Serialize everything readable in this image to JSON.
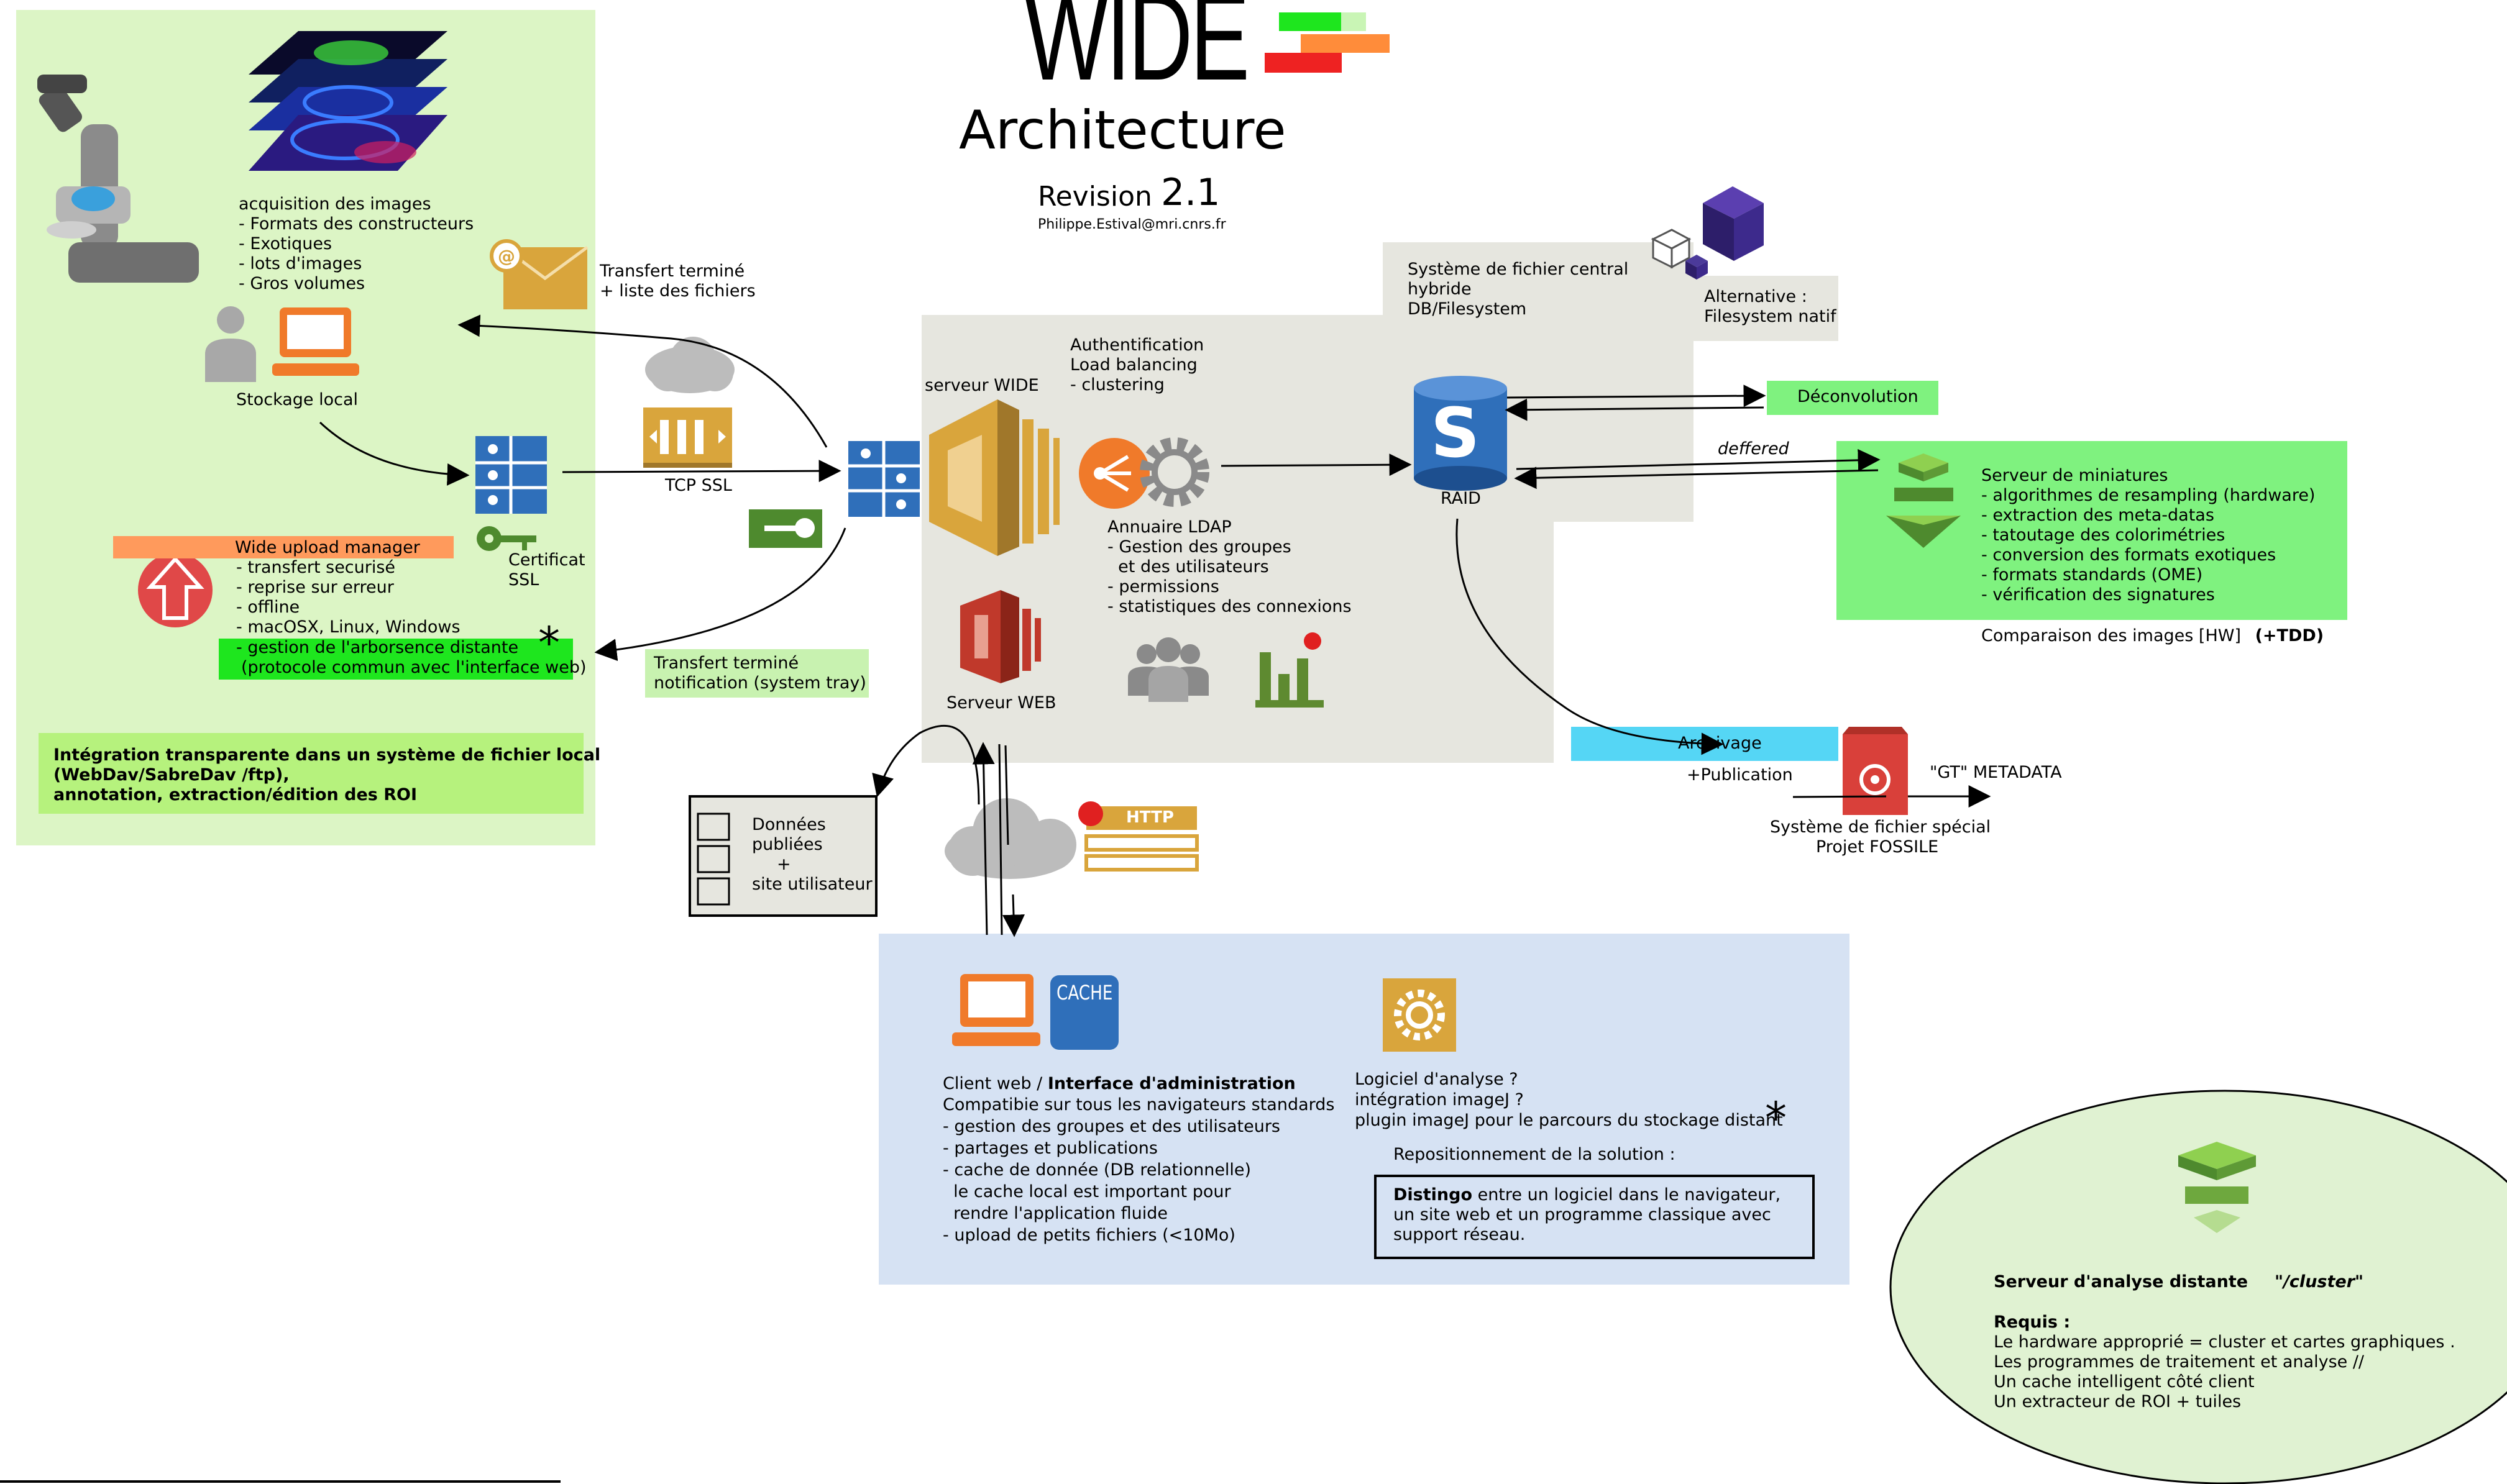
{
  "header": {
    "logo_text": "WIDE",
    "title": "Architecture",
    "revision_label": "Revision",
    "revision_number": "2.1",
    "email": "Philippe.Estival@mri.cnrs.fr"
  },
  "colors": {
    "green_panel": "#dcf5c5",
    "bright_green": "#1ee61e",
    "light_green_box": "#7ff27f",
    "orange": "#ff9a5c",
    "gray_panel": "#e6e6df",
    "blue_panel": "#d6e2f3",
    "cyan": "#55d6f5",
    "aws_gold": "#d9a53c",
    "aws_red": "#c0392b",
    "aws_blue": "#2f6fba",
    "ellipse_green": "#e0f2d2"
  },
  "acquisition": {
    "title": "acquisition des images",
    "items": [
      "- Formats des constructeurs",
      "- Exotiques",
      "- lots d'images",
      "- Gros volumes"
    ]
  },
  "local_storage": {
    "label": "Stockage local"
  },
  "email_notice": {
    "line1": "Transfert terminé",
    "line2": "+ liste des fichiers"
  },
  "transport": {
    "label": "TCP SSL"
  },
  "certificate": {
    "line1": "Certificat",
    "line2": "SSL"
  },
  "upload_manager": {
    "title": "Wide upload manager",
    "items": [
      "- transfert securisé",
      "- reprise sur erreur",
      "- offline",
      "- macOSX, Linux, Windows"
    ],
    "highlight_line1": "- gestion de l'arborsence distante",
    "highlight_line2": "(protocole commun avec l'interface web)",
    "asterisk": "*"
  },
  "tray_notice": {
    "line1": "Transfert terminé",
    "line2": "notification (system tray)"
  },
  "integration_box": {
    "line1": "Intégration transparente dans un système de fichier local",
    "line2": "(WebDav/SabreDav /ftp),",
    "line3": "annotation, extraction/édition des ROI"
  },
  "central_fs": {
    "line1": "Système de fichier central",
    "line2": "hybride",
    "line3": "DB/Filesystem",
    "alt_line1": "Alternative :",
    "alt_line2": "Filesystem natif"
  },
  "wide_server": {
    "label": "serveur WIDE",
    "auth_line1": "Authentification",
    "auth_line2": "Load balancing",
    "auth_line3": "- clustering"
  },
  "ldap": {
    "title": "Annuaire LDAP",
    "items": [
      "- Gestion des groupes",
      "  et des utilisateurs",
      "- permissions",
      "- statistiques des connexions"
    ]
  },
  "web_server": {
    "label": "Serveur WEB"
  },
  "raid": {
    "letter": "S",
    "label": "RAID"
  },
  "deconvolution": {
    "label": "Déconvolution"
  },
  "deffered": {
    "label": "deffered"
  },
  "thumbnail_server": {
    "title": "Serveur de miniatures",
    "items": [
      "- algorithmes de resampling (hardware)",
      "- extraction des meta-datas",
      "- tatoutage des colorimétries",
      "- conversion des formats exotiques",
      "- formats standards (OME)",
      "- vérification des signatures"
    ]
  },
  "compare": {
    "text": "Comparaison des images [HW]",
    "bold": "(+TDD)"
  },
  "archive": {
    "label": "Archivage",
    "publication": "+Publication",
    "metadata": "\"GT\" METADATA"
  },
  "fossile": {
    "line1": "Système de fichier spécial",
    "line2": "Projet FOSSILE"
  },
  "published_data": {
    "line1": "Données",
    "line2": "publiées",
    "line3": "+",
    "line4": "site utilisateur"
  },
  "http": {
    "label": "HTTP"
  },
  "cache": {
    "label": "CACHE"
  },
  "web_client": {
    "title_plain": "Client web / ",
    "title_bold": "Interface d'administration",
    "items": [
      "Compatibie sur tous les navigateurs standards",
      "- gestion des groupes et des utilisateurs",
      "- partages et publications",
      "- cache de donnée (DB relationnelle)",
      "  le cache local est important pour",
      "  rendre l'application fluide",
      "- upload de petits fichiers (<10Mo)"
    ]
  },
  "analysis_software": {
    "line1": "Logiciel d'analyse ?",
    "line2": "intégration imageJ ?",
    "line3": "plugin imageJ pour le parcours du stockage distant",
    "asterisk": "*",
    "reposition": "Repositionnement de la solution :",
    "distingo_bold": "Distingo",
    "distingo_rest1": " entre un logiciel dans le navigateur,",
    "distingo_line2": "un site web et un programme classique avec",
    "distingo_line3": "support réseau."
  },
  "cluster": {
    "title": "Serveur d'analyse distante",
    "title_italic": "\"/cluster\"",
    "req_title": "Requis :",
    "items": [
      "Le hardware approprié = cluster et cartes graphiques .",
      "Les programmes de traitement et analyse //",
      "Un cache intelligent côté client",
      "Un extracteur de ROI + tuiles"
    ]
  }
}
